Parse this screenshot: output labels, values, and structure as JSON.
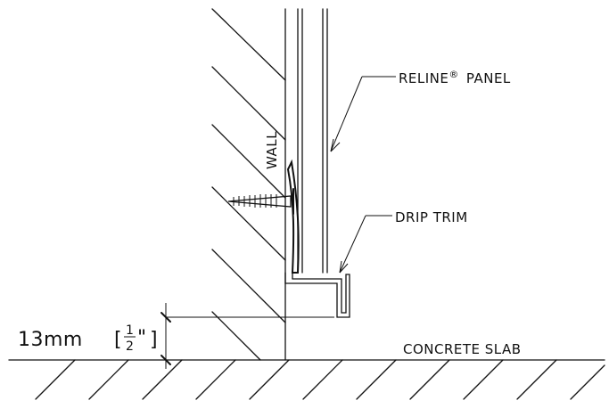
{
  "labels": {
    "panel_name": "RELINE",
    "panel_mark": "®",
    "panel_suffix": "PANEL",
    "drip_trim": "DRIP TRIM",
    "wall": "WALL",
    "concrete_slab": "CONCRETE SLAB"
  },
  "dimension": {
    "metric": "13mm",
    "bracket_open": "[",
    "numerator": "1",
    "denominator": "2",
    "inch_mark": "\"",
    "bracket_close": "]"
  },
  "colors": {
    "line": "#111111",
    "background": "#ffffff"
  }
}
